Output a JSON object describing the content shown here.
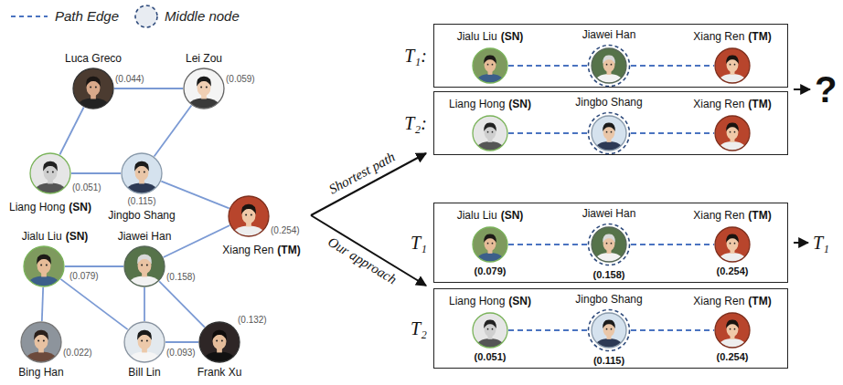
{
  "diagram": {
    "nodes": [
      {
        "text": [
          "Luca Greco",
          "(0.044)"
        ]
      },
      {
        "text": [
          "Lei Zou",
          "(0.059)"
        ]
      },
      {
        "text": [
          "Liang Hong",
          "(SN)",
          "(0.051)"
        ]
      },
      {
        "text": [
          "Jingbo Shang",
          "(0.115)"
        ]
      },
      {
        "text": [
          "Xiang Ren",
          "(TM)",
          "(0.254)"
        ]
      },
      {
        "text": [
          "Jialu Liu",
          "(SN)",
          "(0.079)"
        ]
      },
      {
        "text": [
          "Jiawei Han",
          "(0.158)"
        ]
      },
      {
        "text": [
          "Bing Han",
          "(0.022)"
        ]
      },
      {
        "text": [
          "Bill Lin",
          "(0.093)"
        ]
      },
      {
        "text": [
          "Frank Xu",
          "(0.132)"
        ]
      },
      {
        "text": [
          "T₁:"
        ]
      },
      {
        "text": [
          "Jialu Liu",
          "(SN)"
        ],
        "in": 10
      },
      {
        "text": [
          "Jiawei Han"
        ],
        "in": 10
      },
      {
        "text": [
          "Xiang Ren",
          "(TM)"
        ],
        "in": 10
      },
      {
        "text": [
          "T₂:"
        ]
      },
      {
        "text": [
          "Liang Hong",
          "(SN)"
        ],
        "in": 14
      },
      {
        "text": [
          "Jingbo Shang"
        ],
        "in": 14
      },
      {
        "text": [
          "Xiang Ren",
          "(TM)"
        ],
        "in": 14
      },
      {
        "text": [
          "T₁"
        ]
      },
      {
        "text": [
          "Jialu Liu",
          "(SN)",
          "(0.079)"
        ],
        "in": 18
      },
      {
        "text": [
          "Jiawei Han",
          "(0.158)"
        ],
        "in": 18
      },
      {
        "text": [
          "Xiang Ren",
          "(TM)",
          "(0.254)"
        ],
        "in": 18
      },
      {
        "text": [
          "T₂"
        ]
      },
      {
        "text": [
          "Liang Hong",
          "(SN)",
          "(0.051)"
        ],
        "in": 22
      },
      {
        "text": [
          "Jingbo Shang",
          "(0.115)"
        ],
        "in": 22
      },
      {
        "text": [
          "Xiang Ren",
          "(TM)",
          "(0.254)"
        ],
        "in": 22
      }
    ],
    "edges": [
      {
        "from": 0,
        "to": 1,
        "arrow": "none"
      },
      {
        "from": 0,
        "to": 2,
        "arrow": "none"
      },
      {
        "from": 1,
        "to": 3,
        "arrow": "none"
      },
      {
        "from": 2,
        "to": 3,
        "arrow": "none"
      },
      {
        "from": 3,
        "to": 4,
        "arrow": "none"
      },
      {
        "from": 5,
        "to": 6,
        "arrow": "none"
      },
      {
        "from": 6,
        "to": 4,
        "arrow": "none"
      },
      {
        "from": 5,
        "to": 7,
        "arrow": "none"
      },
      {
        "from": 5,
        "to": 8,
        "arrow": "none"
      },
      {
        "from": 6,
        "to": 8,
        "arrow": "none"
      },
      {
        "from": 6,
        "to": 9,
        "arrow": "none"
      },
      {
        "from": 8,
        "to": 9,
        "arrow": "none"
      },
      {
        "from": 11,
        "to": 12,
        "arrow": "none"
      },
      {
        "from": 12,
        "to": 13,
        "arrow": "none"
      },
      {
        "from": 15,
        "to": 16,
        "arrow": "none"
      },
      {
        "from": 16,
        "to": 17,
        "arrow": "none"
      },
      {
        "from": 19,
        "to": 20,
        "arrow": "none"
      },
      {
        "from": 20,
        "to": 21,
        "arrow": "none"
      },
      {
        "from": 23,
        "to": 24,
        "arrow": "none"
      },
      {
        "from": 24,
        "to": 25,
        "arrow": "none"
      }
    ],
    "labels": [
      "Shortest path",
      "Our approach",
      "?",
      "T₁"
    ],
    "legend": [
      {
        "text": "Path Edge"
      },
      {
        "text": "Middle node"
      }
    ]
  }
}
